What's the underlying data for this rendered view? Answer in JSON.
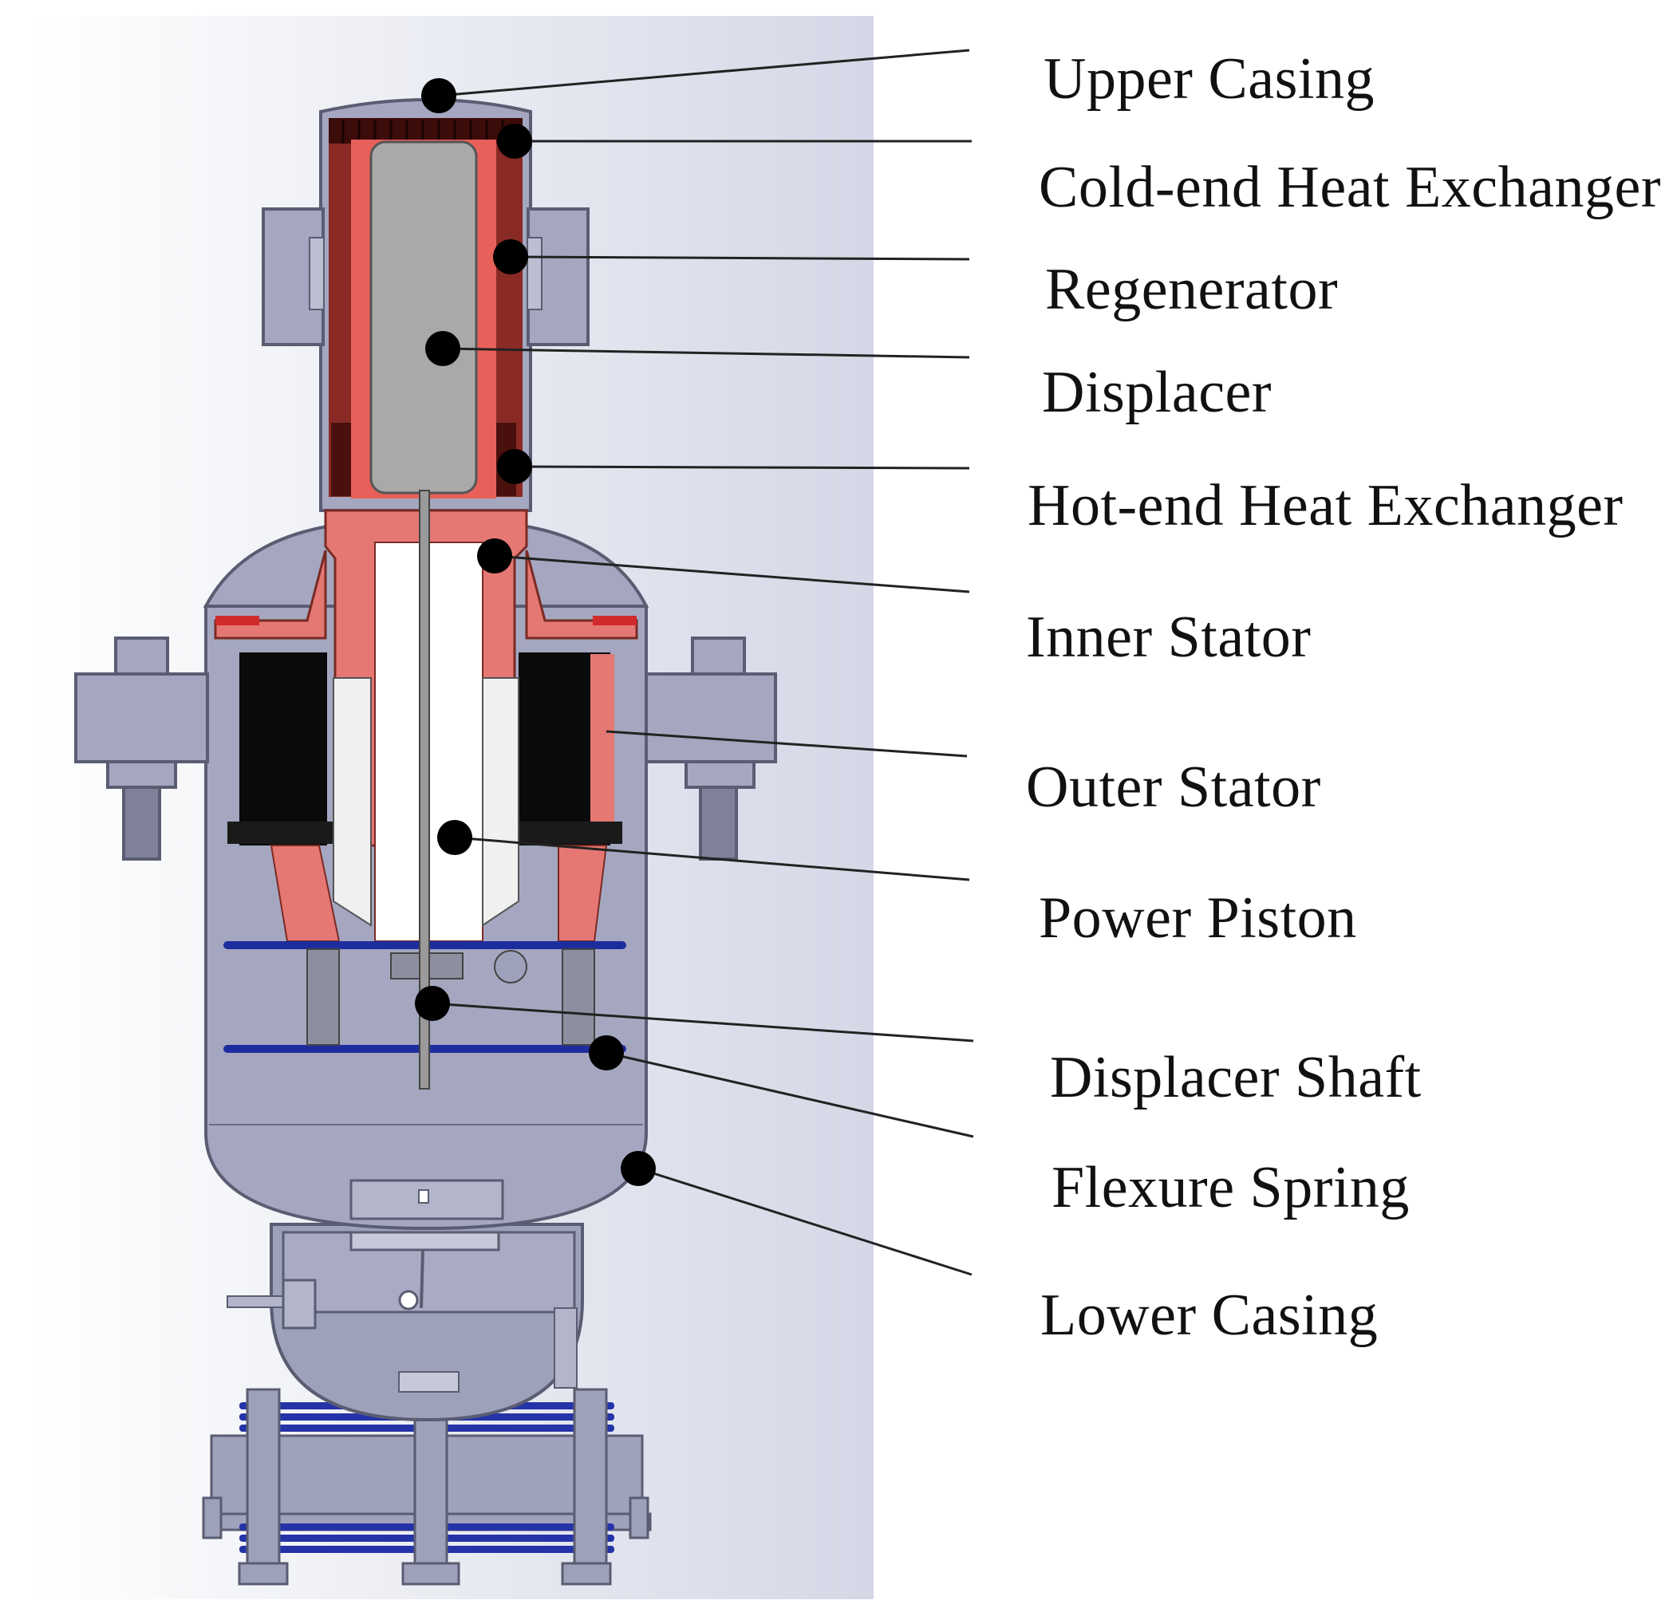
{
  "labels": [
    "Upper Casing",
    "Cold-end Heat Exchanger",
    "Regenerator",
    "Displacer",
    "Hot-end Heat Exchanger",
    "Inner Stator",
    "Outer Stator",
    "Power Piston",
    "Displacer Shaft",
    "Flexure Spring",
    "Lower Casing"
  ],
  "colors": {
    "casing": "#a4a7bf",
    "casing_edge": "#5a5d72",
    "heat_exchanger": "#7a1e1a",
    "regenerator": "#e8605a",
    "displacer": "#a9a9a9",
    "stator": "#e57873",
    "coil": "#0a0a0a",
    "piston": "#f2f2f2",
    "spring": "#1e2d9e",
    "leader": "#222222"
  }
}
